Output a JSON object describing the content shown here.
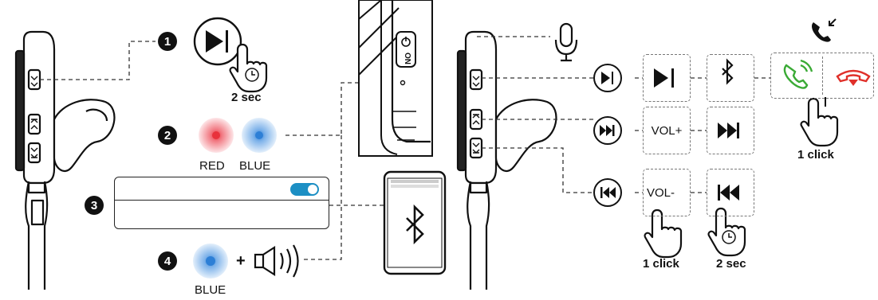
{
  "steps": [
    {
      "number": "1",
      "label": "2 sec"
    },
    {
      "number": "2",
      "label_red": "RED",
      "label_blue": "BLUE"
    },
    {
      "number": "3"
    },
    {
      "number": "4",
      "plus": "+",
      "label_blue": "BLUE"
    }
  ],
  "power_switch_label": "ON",
  "controls": {
    "vol_plus": "VOL+",
    "vol_minus": "VOL-",
    "click_label_call": "1 click",
    "click_label_vol": "1 click",
    "hold_label_prev": "2 sec"
  },
  "colors": {
    "red_led": "#e8323c",
    "blue_led": "#2d7fd6",
    "toggle_on": "#1c8fc4",
    "answer_green": "#3aaa35",
    "hangup_red": "#e0302a"
  },
  "icons": [
    "play-pause-icon",
    "bluetooth-icon",
    "next-track-icon",
    "prev-track-icon",
    "microphone-icon",
    "incoming-call-icon",
    "answer-call-icon",
    "hang-up-icon",
    "hand-tap-icon",
    "clock-icon",
    "speaker-icon",
    "info-icon"
  ]
}
